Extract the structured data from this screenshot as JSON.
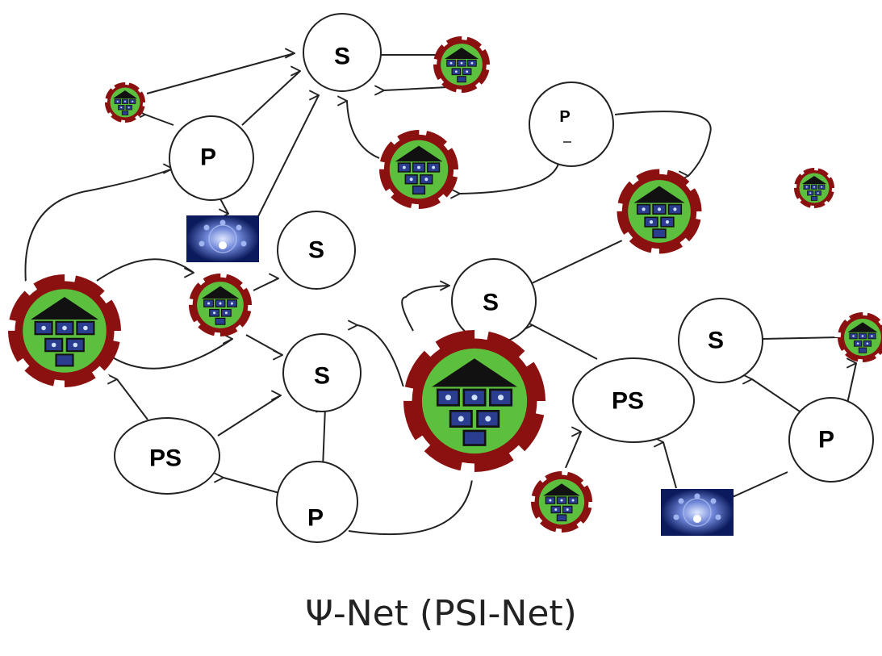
{
  "caption": "Ψ-Net (PSI-Net)",
  "labels": {
    "server": "S",
    "peer": "P",
    "peer_server": "PS"
  },
  "colors": {
    "hub_ring": "#8b1010",
    "hub_notch": "#ffffff",
    "hub_fill": "#5cc03e",
    "roof": "#111111",
    "screen": "#2a3d8f",
    "screen_glow": "#cfe0ff",
    "photo_bg": "#0b1a5c",
    "line": "#222222"
  },
  "icons": [
    "community-hub-icon",
    "people-network-photo-icon"
  ]
}
